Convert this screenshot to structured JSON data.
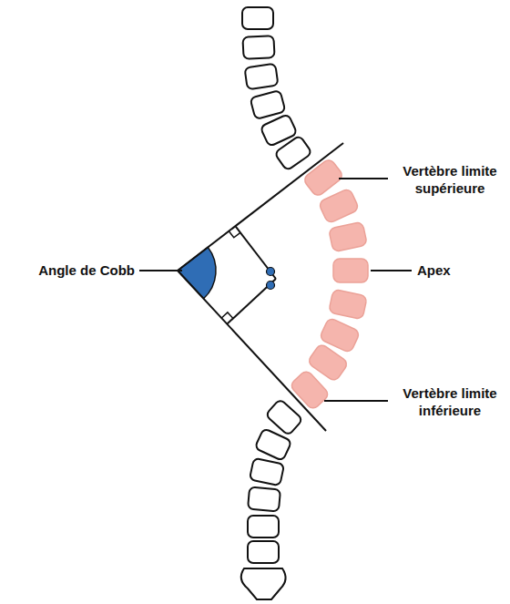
{
  "diagram": {
    "labels": [
      "Vertèbre limite supérieure",
      "Angle de Cobb",
      "Apex",
      "Vertèbre limite inférieure"
    ]
  }
}
